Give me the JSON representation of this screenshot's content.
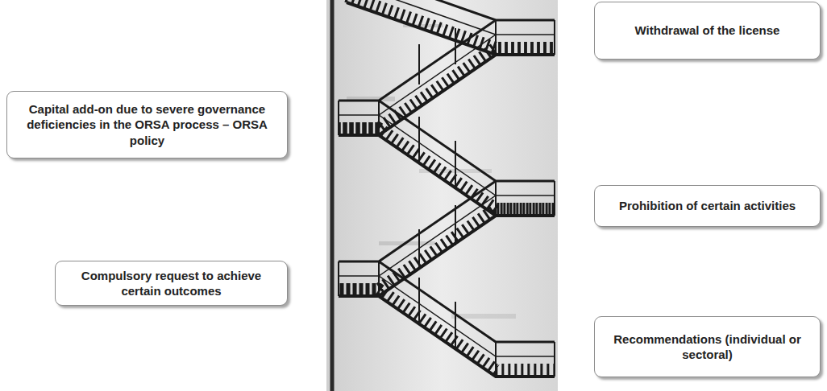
{
  "diagram": {
    "nodes": [
      {
        "text": [
          "Withdrawal of the license"
        ]
      },
      {
        "text": [
          "Capital add-on due to severe governance deficiencies in the ORSA process – ORSA policy"
        ]
      },
      {
        "text": [
          "Prohibition of certain activities"
        ]
      },
      {
        "text": [
          "Compulsory request to achieve certain outcomes"
        ]
      },
      {
        "text": [
          "Recommendations (individual or sectoral)"
        ]
      }
    ]
  }
}
